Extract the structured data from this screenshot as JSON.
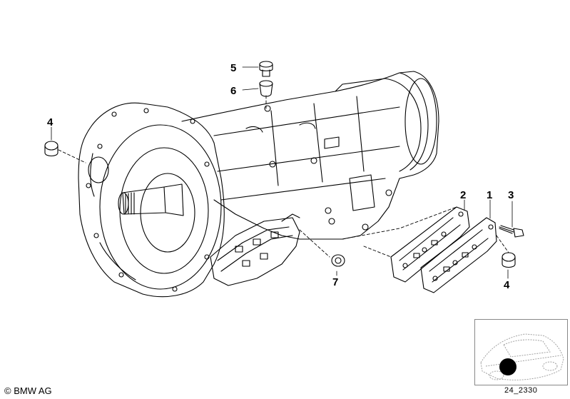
{
  "callouts": [
    {
      "label": "5"
    },
    {
      "label": "6"
    },
    {
      "label": "4"
    },
    {
      "label": "2"
    },
    {
      "label": "1"
    },
    {
      "label": "3"
    },
    {
      "label": "7"
    },
    {
      "label": "4"
    }
  ],
  "copyright": "© BMW AG",
  "diagram_id": "24_2330",
  "colors": {
    "line": "#000000",
    "background": "#ffffff",
    "thumb_border": "#888888"
  }
}
